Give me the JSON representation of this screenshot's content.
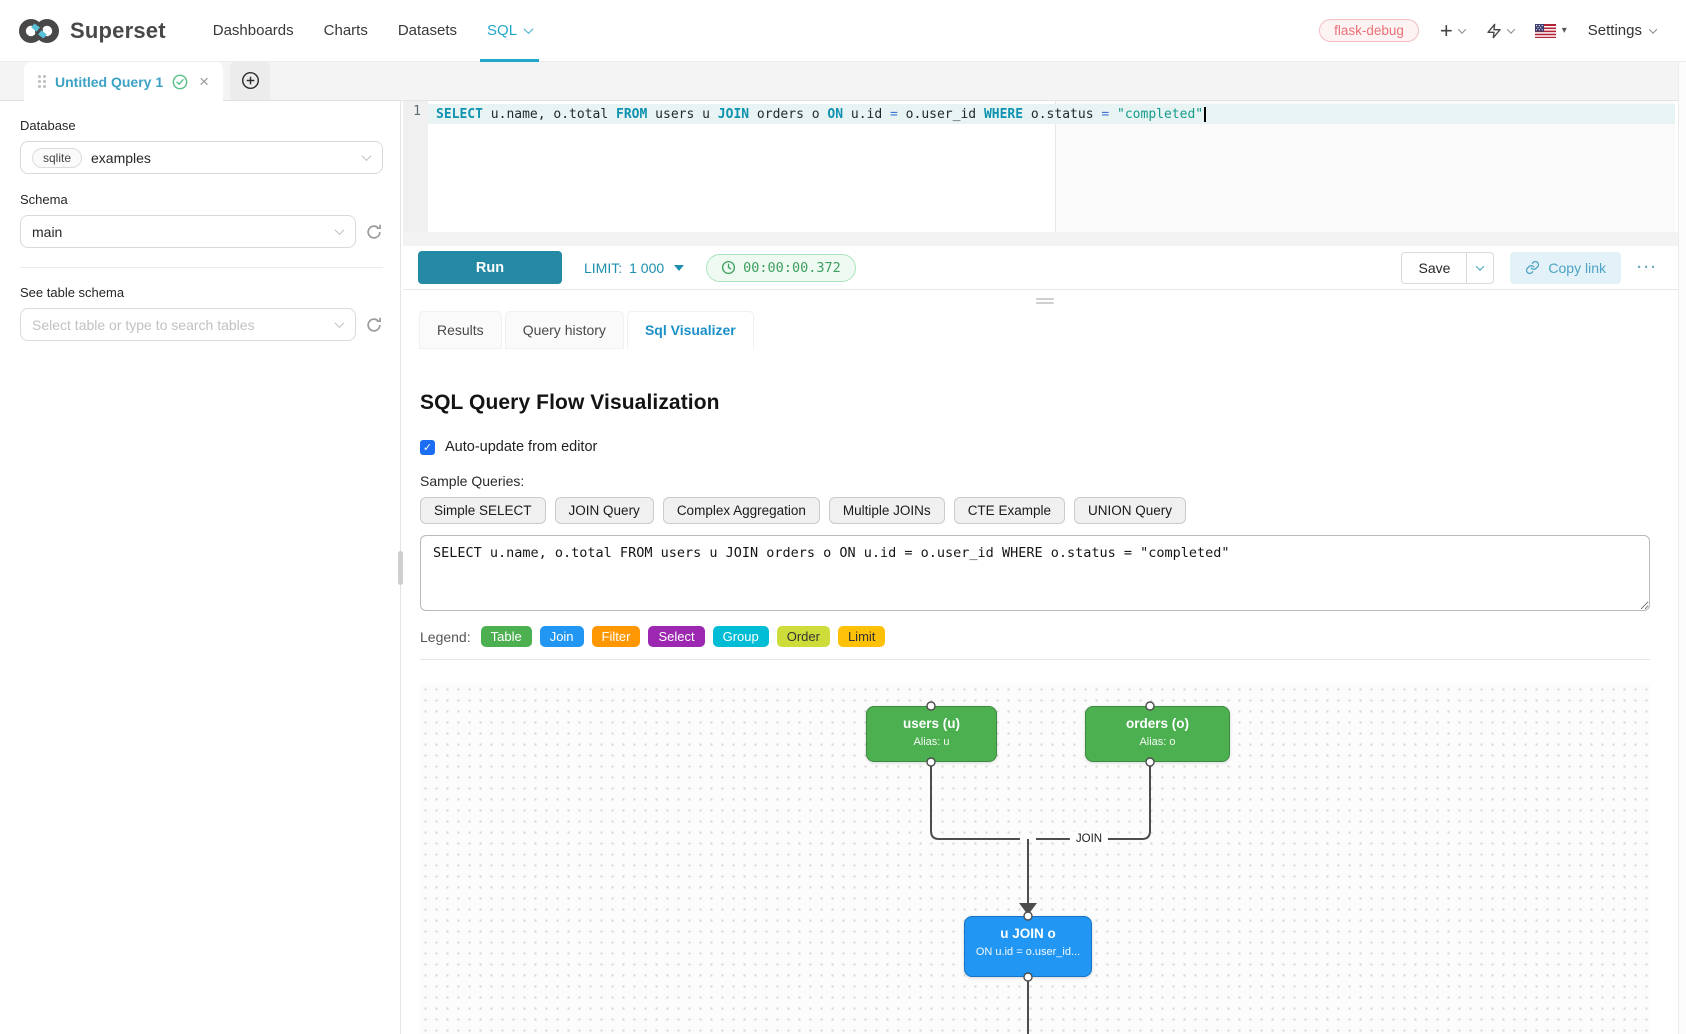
{
  "navbar": {
    "brand": "Superset",
    "items": [
      {
        "label": "Dashboards",
        "active": false
      },
      {
        "label": "Charts",
        "active": false
      },
      {
        "label": "Datasets",
        "active": false
      },
      {
        "label": "SQL",
        "active": true
      }
    ],
    "env_badge": "flask-debug",
    "plus_label": "+",
    "settings_label": "Settings"
  },
  "query_tab_bar": {
    "active_tab_label": "Untitled Query 1"
  },
  "sidebar": {
    "database_label": "Database",
    "database_type": "sqlite",
    "database_name": "examples",
    "schema_label": "Schema",
    "schema_value": "main",
    "table_label": "See table schema",
    "table_placeholder": "Select table or type to search tables"
  },
  "editor": {
    "line_number": "1",
    "sql_tokens": [
      {
        "type": "keyword",
        "text": "SELECT"
      },
      {
        "type": "plain",
        "text": " u.name, o.total "
      },
      {
        "type": "keyword",
        "text": "FROM"
      },
      {
        "type": "plain",
        "text": " users u "
      },
      {
        "type": "keyword",
        "text": "JOIN"
      },
      {
        "type": "plain",
        "text": " orders o "
      },
      {
        "type": "keyword",
        "text": "ON"
      },
      {
        "type": "plain",
        "text": " u.id "
      },
      {
        "type": "operator",
        "text": "="
      },
      {
        "type": "plain",
        "text": " o.user_id "
      },
      {
        "type": "keyword",
        "text": "WHERE"
      },
      {
        "type": "plain",
        "text": " o.status "
      },
      {
        "type": "operator",
        "text": "="
      },
      {
        "type": "plain",
        "text": " "
      },
      {
        "type": "string",
        "text": "\"completed\""
      }
    ]
  },
  "toolbar": {
    "run_label": "Run",
    "limit_label": "LIMIT:",
    "limit_value": "1 000",
    "timer_value": "00:00:00.372",
    "save_label": "Save",
    "copy_link_label": "Copy link",
    "more_menu_label": "···"
  },
  "result_tabs": [
    {
      "label": "Results",
      "active": false
    },
    {
      "label": "Query history",
      "active": false
    },
    {
      "label": "Sql Visualizer",
      "active": true
    }
  ],
  "visualizer": {
    "title": "SQL Query Flow Visualization",
    "auto_update_label": "Auto-update from editor",
    "auto_update_checked": true,
    "sample_queries_label": "Sample Queries:",
    "sample_queries": [
      "Simple SELECT",
      "JOIN Query",
      "Complex Aggregation",
      "Multiple JOINs",
      "CTE Example",
      "UNION Query"
    ],
    "sql_input_value": "SELECT u.name, o.total FROM users u JOIN orders o ON u.id = o.user_id WHERE o.status = \"completed\"",
    "legend_label": "Legend:",
    "legend": [
      {
        "label": "Table",
        "color": "#4caf50",
        "text_color": "#ffffff"
      },
      {
        "label": "Join",
        "color": "#2196f3",
        "text_color": "#ffffff"
      },
      {
        "label": "Filter",
        "color": "#ff9800",
        "text_color": "#ffffff"
      },
      {
        "label": "Select",
        "color": "#9c27b0",
        "text_color": "#ffffff"
      },
      {
        "label": "Group",
        "color": "#00bcd4",
        "text_color": "#ffffff"
      },
      {
        "label": "Order",
        "color": "#cddc39",
        "text_color": "#333333"
      },
      {
        "label": "Limit",
        "color": "#ffc107",
        "text_color": "#333333"
      }
    ],
    "flow": {
      "edge_label": "JOIN",
      "nodes": [
        {
          "title": "users (u)",
          "subtitle": "Alias: u",
          "type": "table"
        },
        {
          "title": "orders (o)",
          "subtitle": "Alias: o",
          "type": "table"
        },
        {
          "title": "u JOIN o",
          "subtitle": "ON u.id = o.user_id...",
          "type": "join"
        }
      ]
    }
  },
  "colors": {
    "primary_teal": "#20a7c9",
    "run_button": "#2389a4",
    "table_node": "#4caf50",
    "join_node": "#2196f3",
    "edge": "#4d4d4d"
  }
}
